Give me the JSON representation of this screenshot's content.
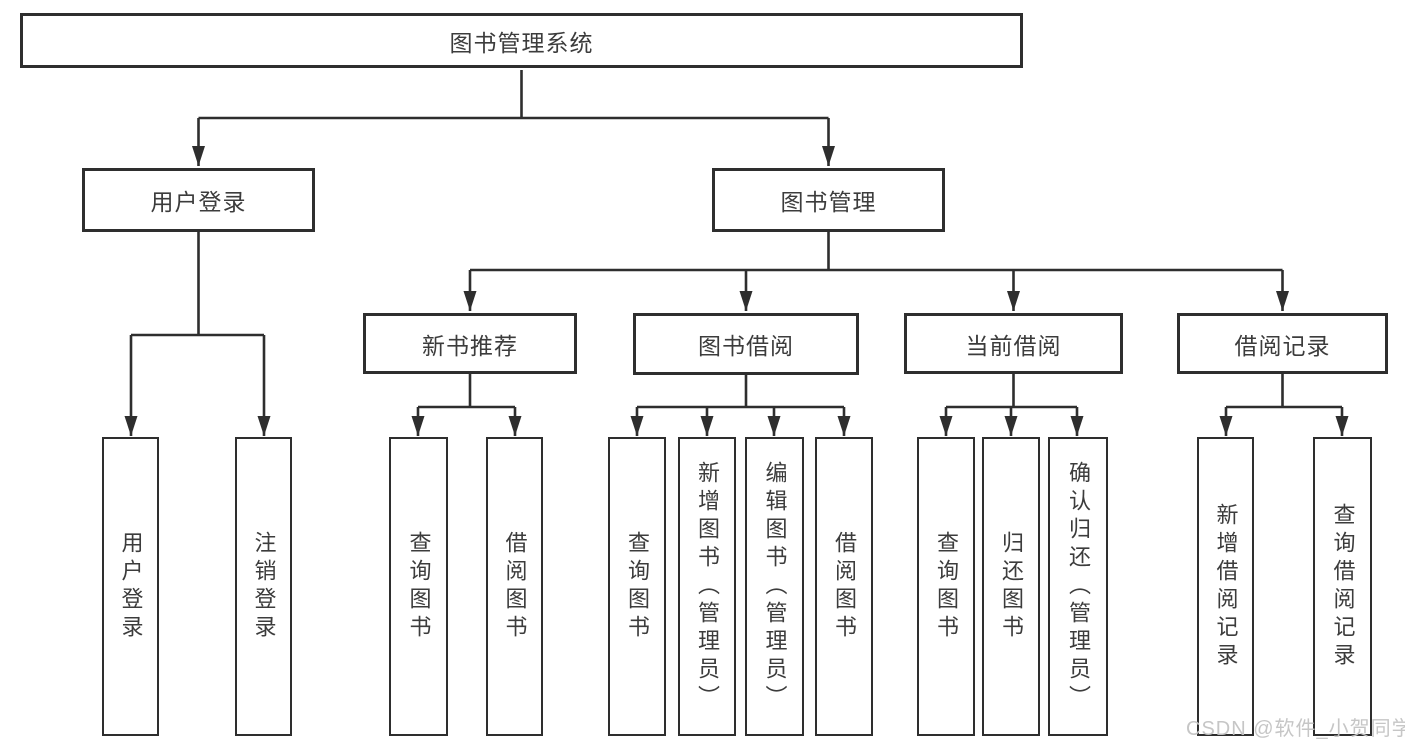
{
  "tree": {
    "root": {
      "label": "图书管理系统"
    },
    "branches": [
      {
        "label": "用户登录",
        "children": [
          {
            "label": "用户登录"
          },
          {
            "label": "注销登录"
          }
        ]
      },
      {
        "label": "图书管理",
        "groups": [
          {
            "label": "新书推荐",
            "children": [
              {
                "label": "查询图书"
              },
              {
                "label": "借阅图书"
              }
            ]
          },
          {
            "label": "图书借阅",
            "children": [
              {
                "label": "查询图书"
              },
              {
                "label": "新增图书（管理员）"
              },
              {
                "label": "编辑图书（管理员）"
              },
              {
                "label": "借阅图书"
              }
            ]
          },
          {
            "label": "当前借阅",
            "children": [
              {
                "label": "查询图书"
              },
              {
                "label": "归还图书"
              },
              {
                "label": "确认归还（管理员）"
              }
            ]
          },
          {
            "label": "借阅记录",
            "children": [
              {
                "label": "新增借阅记录"
              },
              {
                "label": "查询借阅记录"
              }
            ]
          }
        ]
      }
    ]
  },
  "watermark": "CSDN @软件_小贺同学",
  "colors": {
    "line": "#2e2e2e",
    "text": "#3c3c3c",
    "background": "#ffffff",
    "watermark": "#c3c3c3"
  }
}
